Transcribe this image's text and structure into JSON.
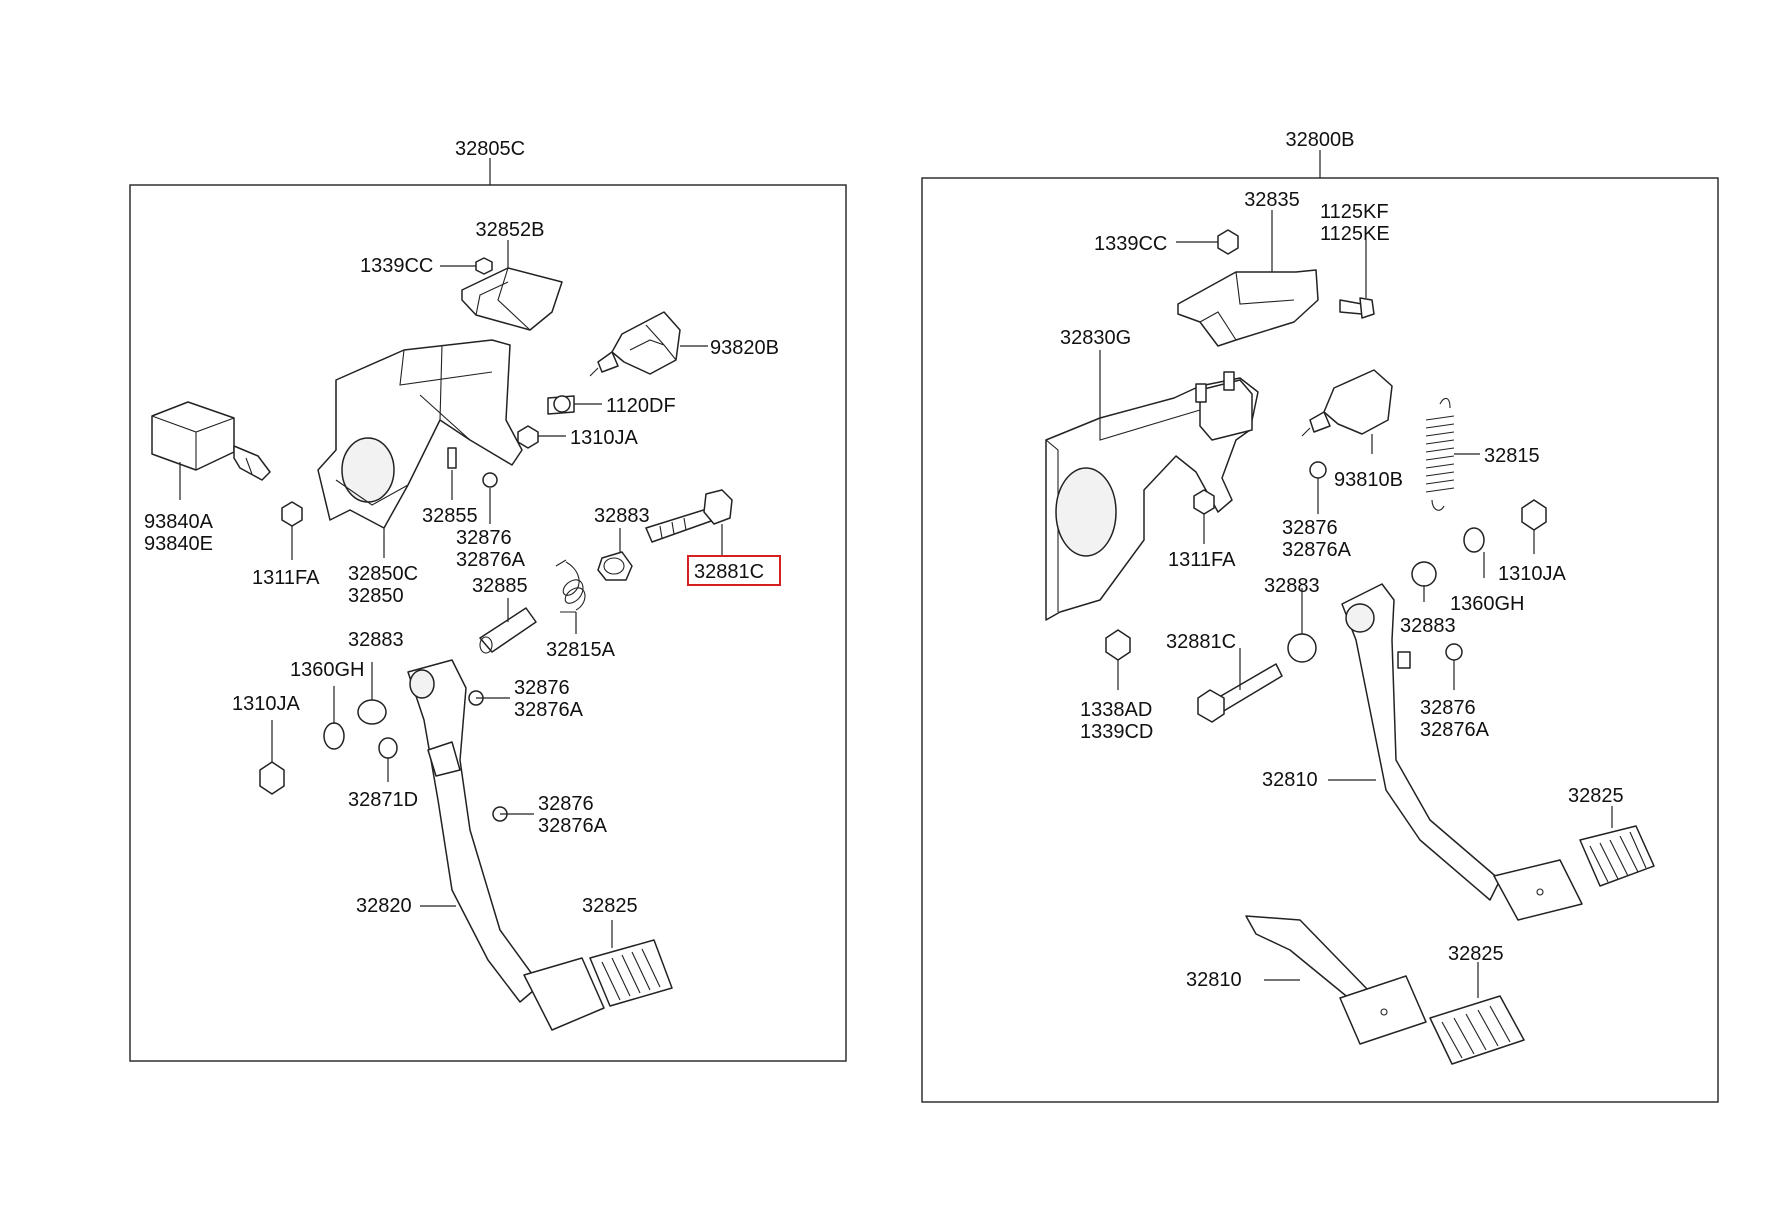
{
  "assemblies": [
    {
      "title": "32805C",
      "labels": [
        "32852B",
        "1339CC",
        "93820B",
        "1120DF",
        "1310JA",
        "93840A",
        "93840E",
        "1311FA",
        "32855",
        "32876",
        "32876A",
        "32850C",
        "32850",
        "32883",
        "32881C",
        "32885",
        "32815A",
        "32883",
        "1360GH",
        "1310JA",
        "32876",
        "32876A",
        "32871D",
        "32876",
        "32876A",
        "32820",
        "32825"
      ]
    },
    {
      "title": "32800B",
      "labels": [
        "32835",
        "1125KF",
        "1125KE",
        "1339CC",
        "32830G",
        "32815",
        "93810B",
        "1311FA",
        "32876",
        "32876A",
        "1310JA",
        "1360GH",
        "32883",
        "32883",
        "32881C",
        "1338AD",
        "1339CD",
        "32876",
        "32876A",
        "32810",
        "32825",
        "32810",
        "32825"
      ]
    }
  ],
  "highlighted_part": "32881C",
  "colors": {
    "highlight": "#d42020",
    "line": "#222222"
  }
}
